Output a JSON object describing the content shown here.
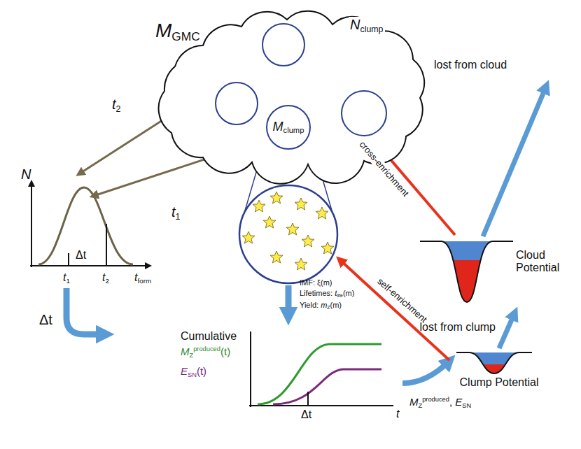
{
  "diagram": {
    "nodes": [
      {
        "text": [
          "MGMC"
        ]
      },
      {
        "text": [
          "Mclump"
        ],
        "in": 0
      },
      {
        "text": [
          "Clump Potential"
        ]
      },
      {
        "text": [
          "Cloud Potential"
        ]
      }
    ],
    "edges": [
      {
        "from": 2,
        "to": 3,
        "arrow": "to",
        "label": "lost from clump"
      }
    ],
    "labels": [
      "Nclump",
      "t2",
      "t1",
      "N",
      "Δt",
      "t1",
      "t2",
      "tform",
      "IMF: ξ(m)",
      "Lifetimes: tlife(m)",
      "Yield: mZ(m)",
      "Δt",
      "Cumulative",
      "MZproduced(t)",
      "ESN(t)",
      "Δt",
      "t",
      "MZproduced, ESN",
      "self-enrichment",
      "cross-enrichment",
      "lost from cloud"
    ]
  }
}
